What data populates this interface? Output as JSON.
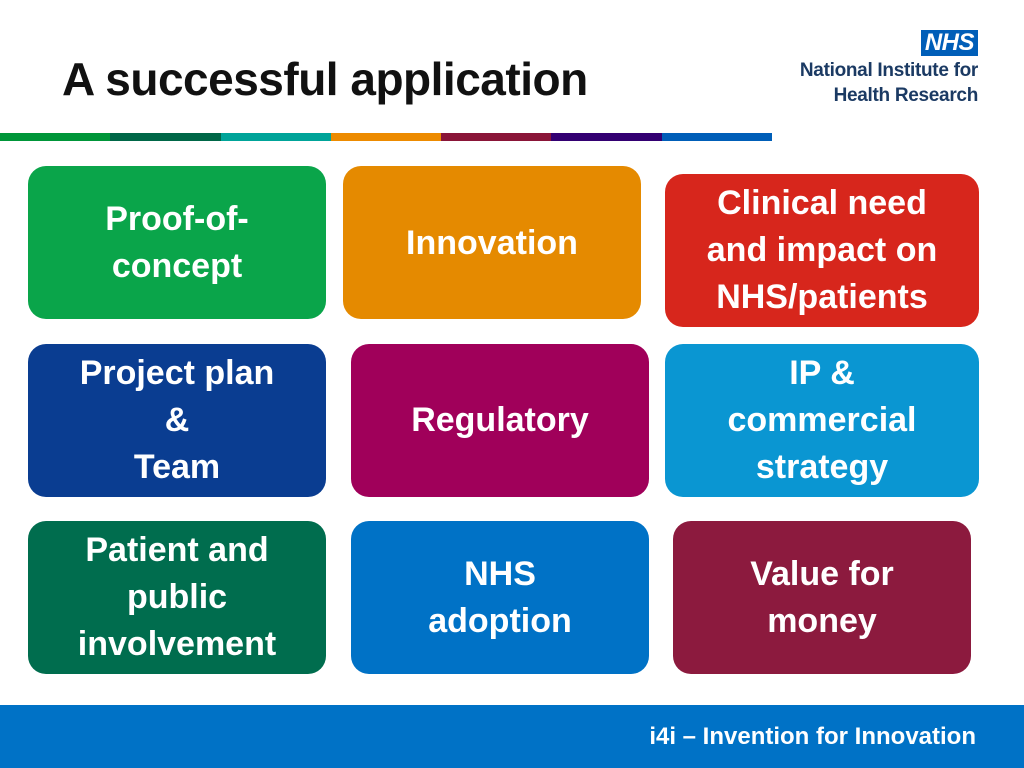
{
  "slide": {
    "title": "A successful application",
    "logo": {
      "badge": "NHS",
      "line1": "National Institute for",
      "line2": "Health Research"
    },
    "stripe_colors": [
      "#009639",
      "#006747",
      "#00a499",
      "#ed8b00",
      "#8a1538",
      "#330072",
      "#005eb8"
    ],
    "tiles": [
      {
        "label": "Proof-of-\nconcept",
        "color": "#0aa54a"
      },
      {
        "label": "Innovation",
        "color": "#e58a00"
      },
      {
        "label": "Clinical need\nand impact on\nNHS/patients",
        "color": "#d7261c"
      },
      {
        "label": "Project plan\n&\nTeam",
        "color": "#0a3d91"
      },
      {
        "label": "Regulatory",
        "color": "#a0005a"
      },
      {
        "label": "IP &\ncommercial\nstrategy",
        "color": "#0a96d2"
      },
      {
        "label": "Patient and\npublic\ninvolvement",
        "color": "#006d4e"
      },
      {
        "label": "NHS\nadoption",
        "color": "#0072c6"
      },
      {
        "label": "Value for\nmoney",
        "color": "#8c1a3e"
      }
    ],
    "footer": "i4i – Invention for Innovation",
    "footer_color": "#0072c6"
  }
}
